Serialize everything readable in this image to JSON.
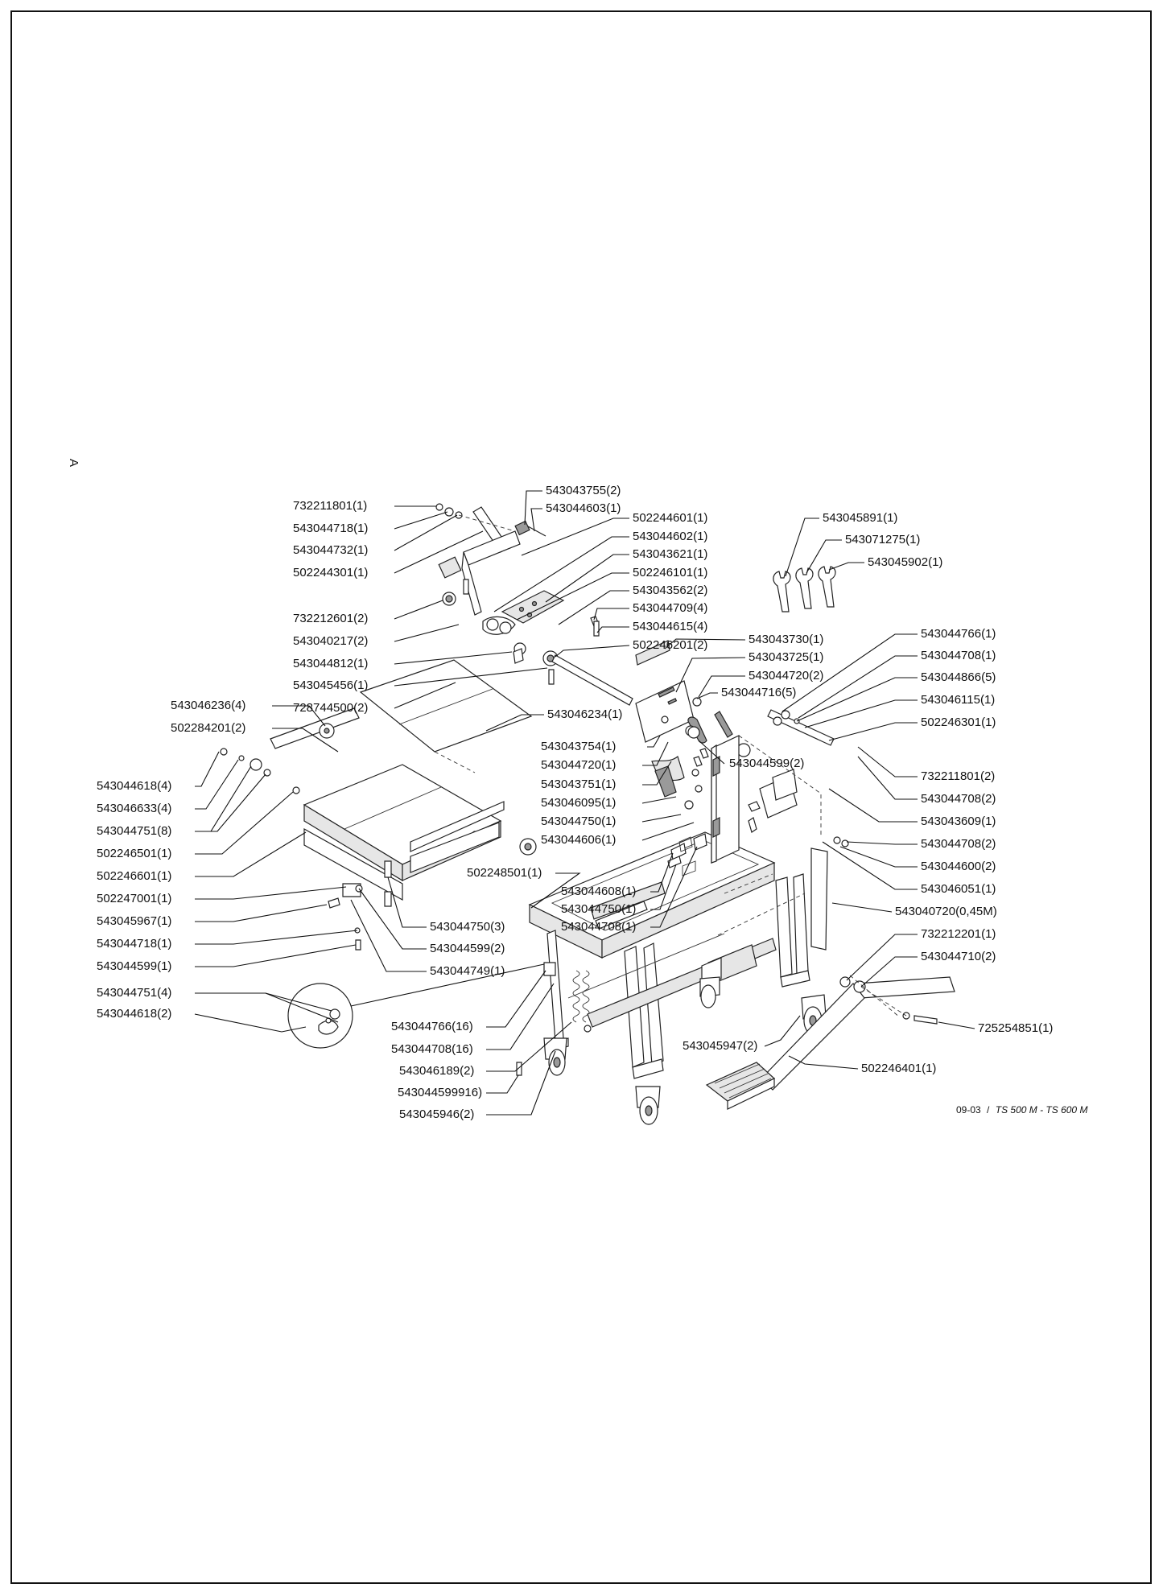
{
  "page": {
    "corner_mark": "A",
    "footer_code": "09-03",
    "footer_separator": "/",
    "footer_models": "TS 500 M - TS 600 M"
  },
  "labels": [
    "543043755(2)",
    "543044603(1)",
    "732211801(1)",
    "543044718(1)",
    "543044732(1)",
    "502244301(1)",
    "502244601(1)",
    "543044602(1)",
    "543043621(1)",
    "502246101(1)",
    "543043562(2)",
    "543044709(4)",
    "543044615(4)",
    "543045891(1)",
    "543071275(1)",
    "543045902(1)",
    "732212601(2)",
    "543040217(2)",
    "543044812(1)",
    "543045456(1)",
    "728744500(2)",
    "502246201(2)",
    "543043730(1)",
    "543043725(1)",
    "543044720(2)",
    "543044716(5)",
    "543046236(4)",
    "502284201(2)",
    "543046234(1)",
    "543043754(1)",
    "543044720(1)",
    "543043751(1)",
    "543046095(1)",
    "543044750(1)",
    "543044606(1)",
    "543044599(2)",
    "543044766(1)",
    "543044708(1)",
    "543044866(5)",
    "543046115(1)",
    "502246301(1)",
    "732211801(2)",
    "543044708(2)",
    "543043609(1)",
    "543044708(2)",
    "543044600(2)",
    "543046051(1)",
    "543044618(4)",
    "543046633(4)",
    "543044751(8)",
    "502246501(1)",
    "502246601(1)",
    "502247001(1)",
    "543045967(1)",
    "543044718(1)",
    "543044599(1)",
    "502248501(1)",
    "543044608(1)",
    "543044750(1)",
    "543044708(1)",
    "543044750(3)",
    "543044599(2)",
    "543044749(1)",
    "543040720(0,45M)",
    "732212201(1)",
    "543044710(2)",
    "543044751(4)",
    "543044618(2)",
    "725254851(1)",
    "543044766(16)",
    "543044708(16)",
    "543046189(2)",
    "543045947(2)",
    "502246401(1)",
    "543044599916)",
    "543045946(2)"
  ]
}
